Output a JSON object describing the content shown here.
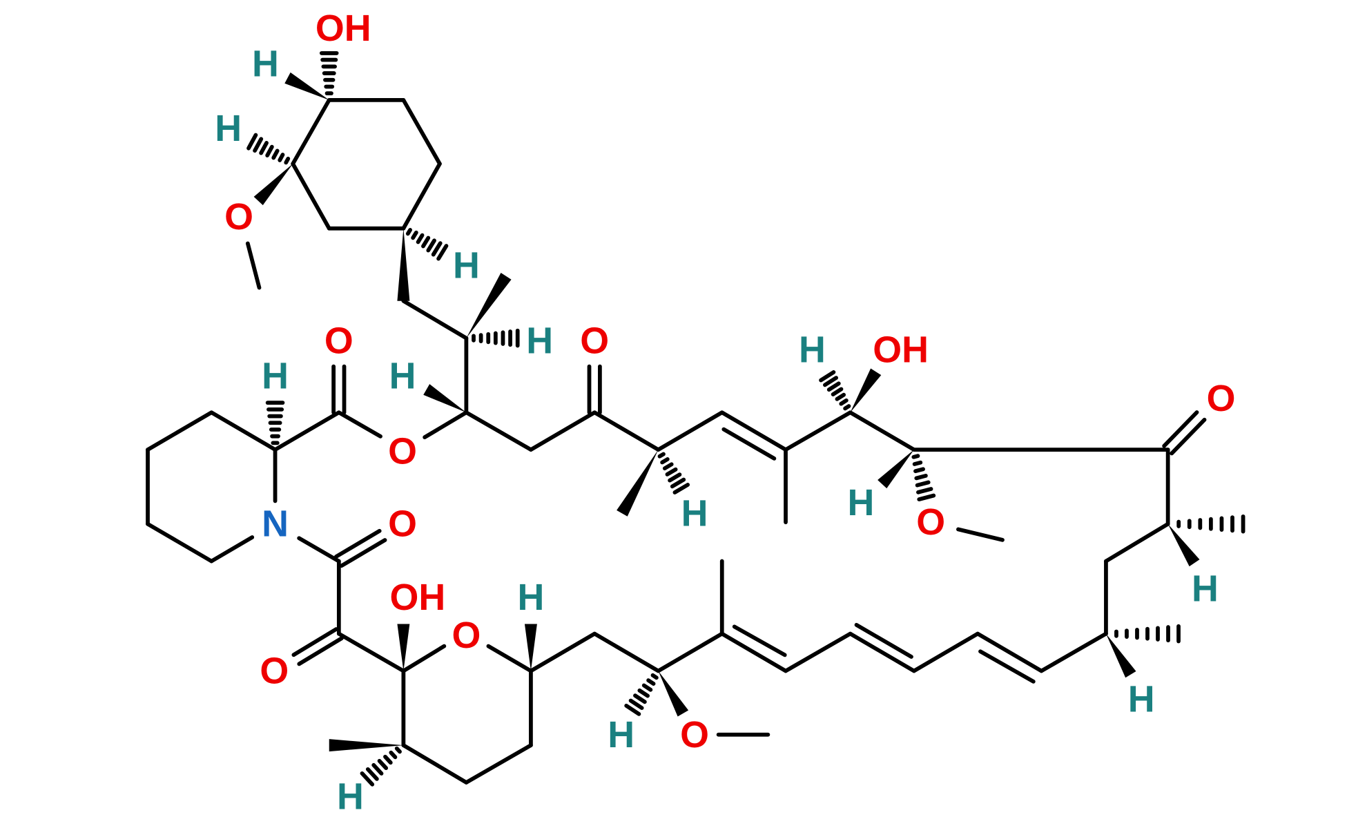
{
  "title": "Rapamycin (Sirolimus) structure",
  "colors": {
    "bond": "#000000",
    "O": "#ee0000",
    "H": "#1a8080",
    "N": "#1565c0"
  },
  "atoms": [
    {
      "text": "OH",
      "el": "O"
    },
    {
      "text": "H",
      "el": "H"
    },
    {
      "text": "H",
      "el": "H"
    },
    {
      "text": "O",
      "el": "O"
    },
    {
      "text": "H",
      "el": "H"
    },
    {
      "text": "H",
      "el": "H"
    },
    {
      "text": "H",
      "el": "H"
    },
    {
      "text": "O",
      "el": "O"
    },
    {
      "text": "O",
      "el": "O"
    },
    {
      "text": "H",
      "el": "H"
    },
    {
      "text": "H",
      "el": "H"
    },
    {
      "text": "OH",
      "el": "O"
    },
    {
      "text": "H",
      "el": "H"
    },
    {
      "text": "O",
      "el": "O"
    },
    {
      "text": "O",
      "el": "O"
    },
    {
      "text": "H",
      "el": "H"
    },
    {
      "text": "H",
      "el": "H"
    },
    {
      "text": "H",
      "el": "H"
    },
    {
      "text": "O",
      "el": "O"
    },
    {
      "text": "H",
      "el": "H"
    },
    {
      "text": "O",
      "el": "O"
    },
    {
      "text": "H",
      "el": "H"
    },
    {
      "text": "OH",
      "el": "O"
    },
    {
      "text": "O",
      "el": "O"
    },
    {
      "text": "O",
      "el": "O"
    },
    {
      "text": "N",
      "el": "N"
    },
    {
      "text": "H",
      "el": "H"
    },
    {
      "text": "O",
      "el": "O"
    }
  ]
}
